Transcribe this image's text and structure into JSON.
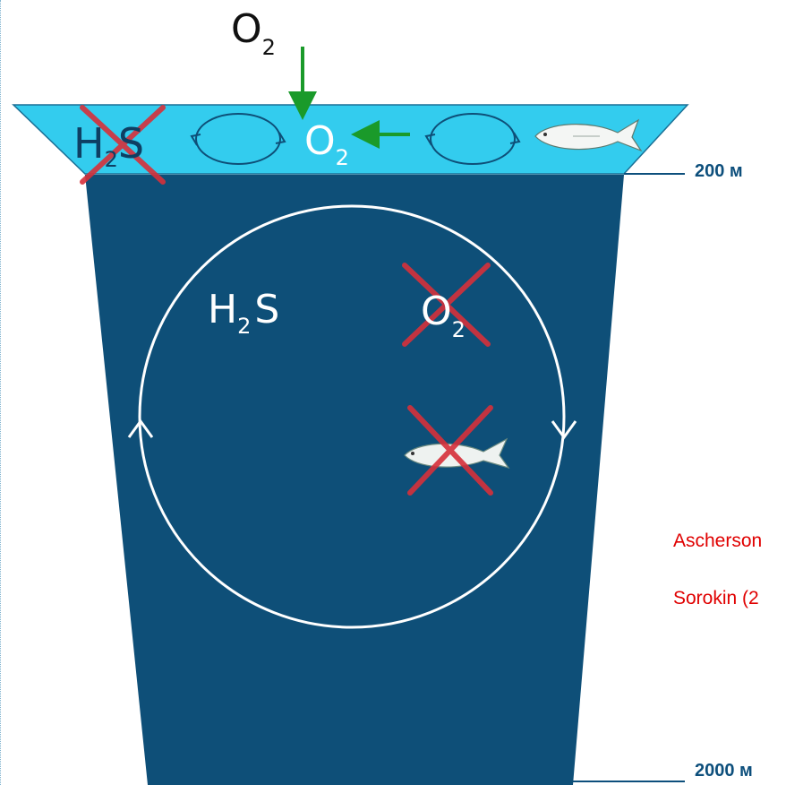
{
  "surface": {
    "o2_inflow": {
      "base": "O",
      "sub": "2"
    },
    "o2_center": {
      "base": "O",
      "sub": "2"
    },
    "h2s_crossed": {
      "first": "H",
      "sub": "2",
      "last": "S"
    }
  },
  "deep": {
    "h2s": {
      "first": "H",
      "sub": "2",
      "last": "S"
    },
    "o2_crossed": {
      "base": "O",
      "sub": "2"
    }
  },
  "depths": {
    "shallow": "200 м",
    "deep": "2000 м"
  },
  "citations": [
    "Ascherson",
    "Sorokin (2"
  ],
  "colors": {
    "surface_water": "#33ccee",
    "deep_water": "#0e4f78",
    "cross": "#d6303a",
    "arrow_green": "#1a9a2a",
    "citation_red": "#e00000",
    "depth_label": "#0d4f7c"
  }
}
